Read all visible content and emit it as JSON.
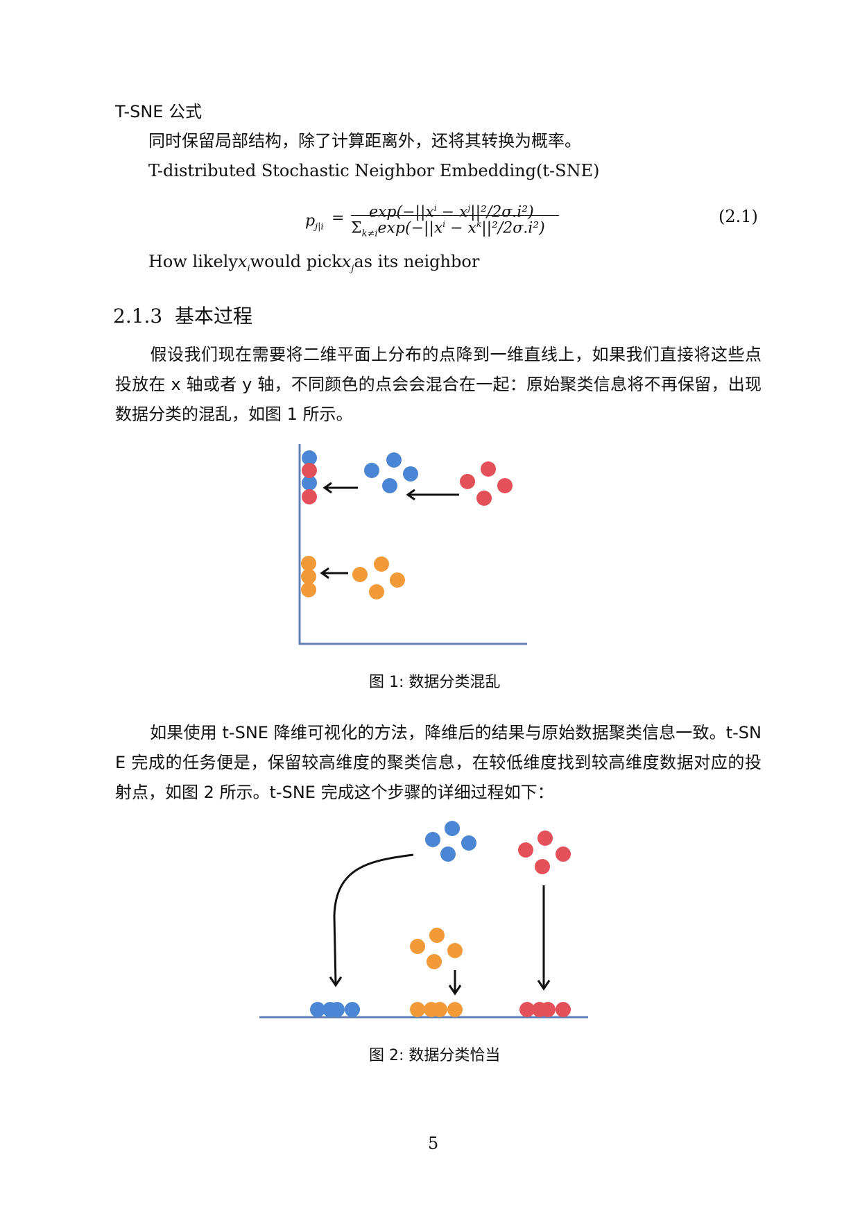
{
  "section_intro": {
    "title": "T-SNE 公式",
    "line1": "同时保留局部结构，除了计算距离外，还将其转换为概率。",
    "line2": "T-distributed Stochastic Neighbor Embedding(t-SNE)"
  },
  "equation": {
    "lhs": "p",
    "lhs_sub": "j|i",
    "equals": "=",
    "numerator": "exp(−||x",
    "numerator_tail": " − x",
    "numerator_end": "||²/2σ.i²)",
    "sup_i": "i",
    "sup_j": "j",
    "sup_k": "k",
    "denominator_sum": "Σ",
    "denominator_sub": "k≠i",
    "denominator": "exp(−||x",
    "denominator_end": "||²/2σ.i²)",
    "number": "(2.1)"
  },
  "neighbor_line": {
    "part1": "How likely",
    "x": "x",
    "sub_i": "i",
    "part2": "would pick",
    "sub_j": "j",
    "part3": "as its neighbor"
  },
  "subsection": {
    "number": "2.1.3",
    "title": "基本过程"
  },
  "paragraph1": "假设我们现在需要将二维平面上分布的点降到一维直线上，如果我们直接将这些点投放在 x 轴或者 y 轴，不同颜色的点会会混合在一起：原始聚类信息将不再保留，出现数据分类的混乱，如图 1 所示。",
  "figure1": {
    "caption": "图 1: 数据分类混乱"
  },
  "paragraph2": "如果使用 t-SNE 降维可视化的方法，降维后的结果与原始数据聚类信息一致。t-SNE 完成的任务便是，保留较高维度的聚类信息，在较低维度找到较高维度数据对应的投射点，如图 2 所示。t-SNE 完成这个步骤的详细过程如下：",
  "figure2": {
    "caption": "图 2: 数据分类恰当"
  },
  "page_number": "5",
  "colors": {
    "blue": "#4a86d4",
    "red": "#e4505a",
    "orange": "#f29a38",
    "axis": "#5f7fb5",
    "arrow": "#111111"
  }
}
